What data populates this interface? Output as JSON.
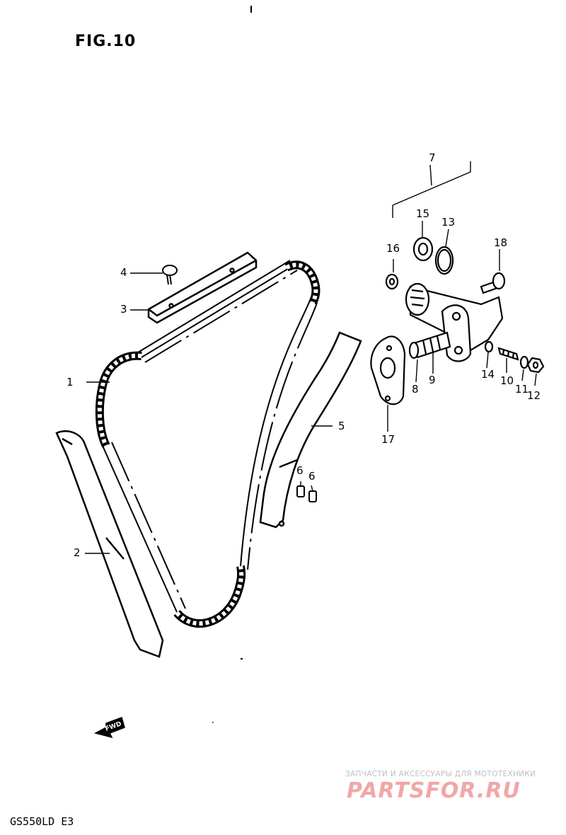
{
  "figure": {
    "title": "FIG.10",
    "model": "GS550LD E3"
  },
  "callouts": [
    {
      "id": "1",
      "label": "1"
    },
    {
      "id": "2",
      "label": "2"
    },
    {
      "id": "3",
      "label": "3"
    },
    {
      "id": "4",
      "label": "4"
    },
    {
      "id": "5",
      "label": "5"
    },
    {
      "id": "6a",
      "label": "6"
    },
    {
      "id": "6b",
      "label": "6"
    },
    {
      "id": "7",
      "label": "7"
    },
    {
      "id": "8",
      "label": "8"
    },
    {
      "id": "9",
      "label": "9"
    },
    {
      "id": "10",
      "label": "10"
    },
    {
      "id": "11",
      "label": "11"
    },
    {
      "id": "12",
      "label": "12"
    },
    {
      "id": "13",
      "label": "13"
    },
    {
      "id": "14",
      "label": "14"
    },
    {
      "id": "15",
      "label": "15"
    },
    {
      "id": "16",
      "label": "16"
    },
    {
      "id": "17",
      "label": "17"
    },
    {
      "id": "18",
      "label": "18"
    }
  ],
  "direction_arrow": {
    "label": "FWD",
    "icon": "forward-arrow-icon"
  },
  "watermark": {
    "tagline": "ЗАПЧАСТИ И АКСЕССУАРЫ ДЛЯ МОТОТЕХНИКИ",
    "logo": "PARTSFOR.RU",
    "color": "#f2a6a6"
  }
}
